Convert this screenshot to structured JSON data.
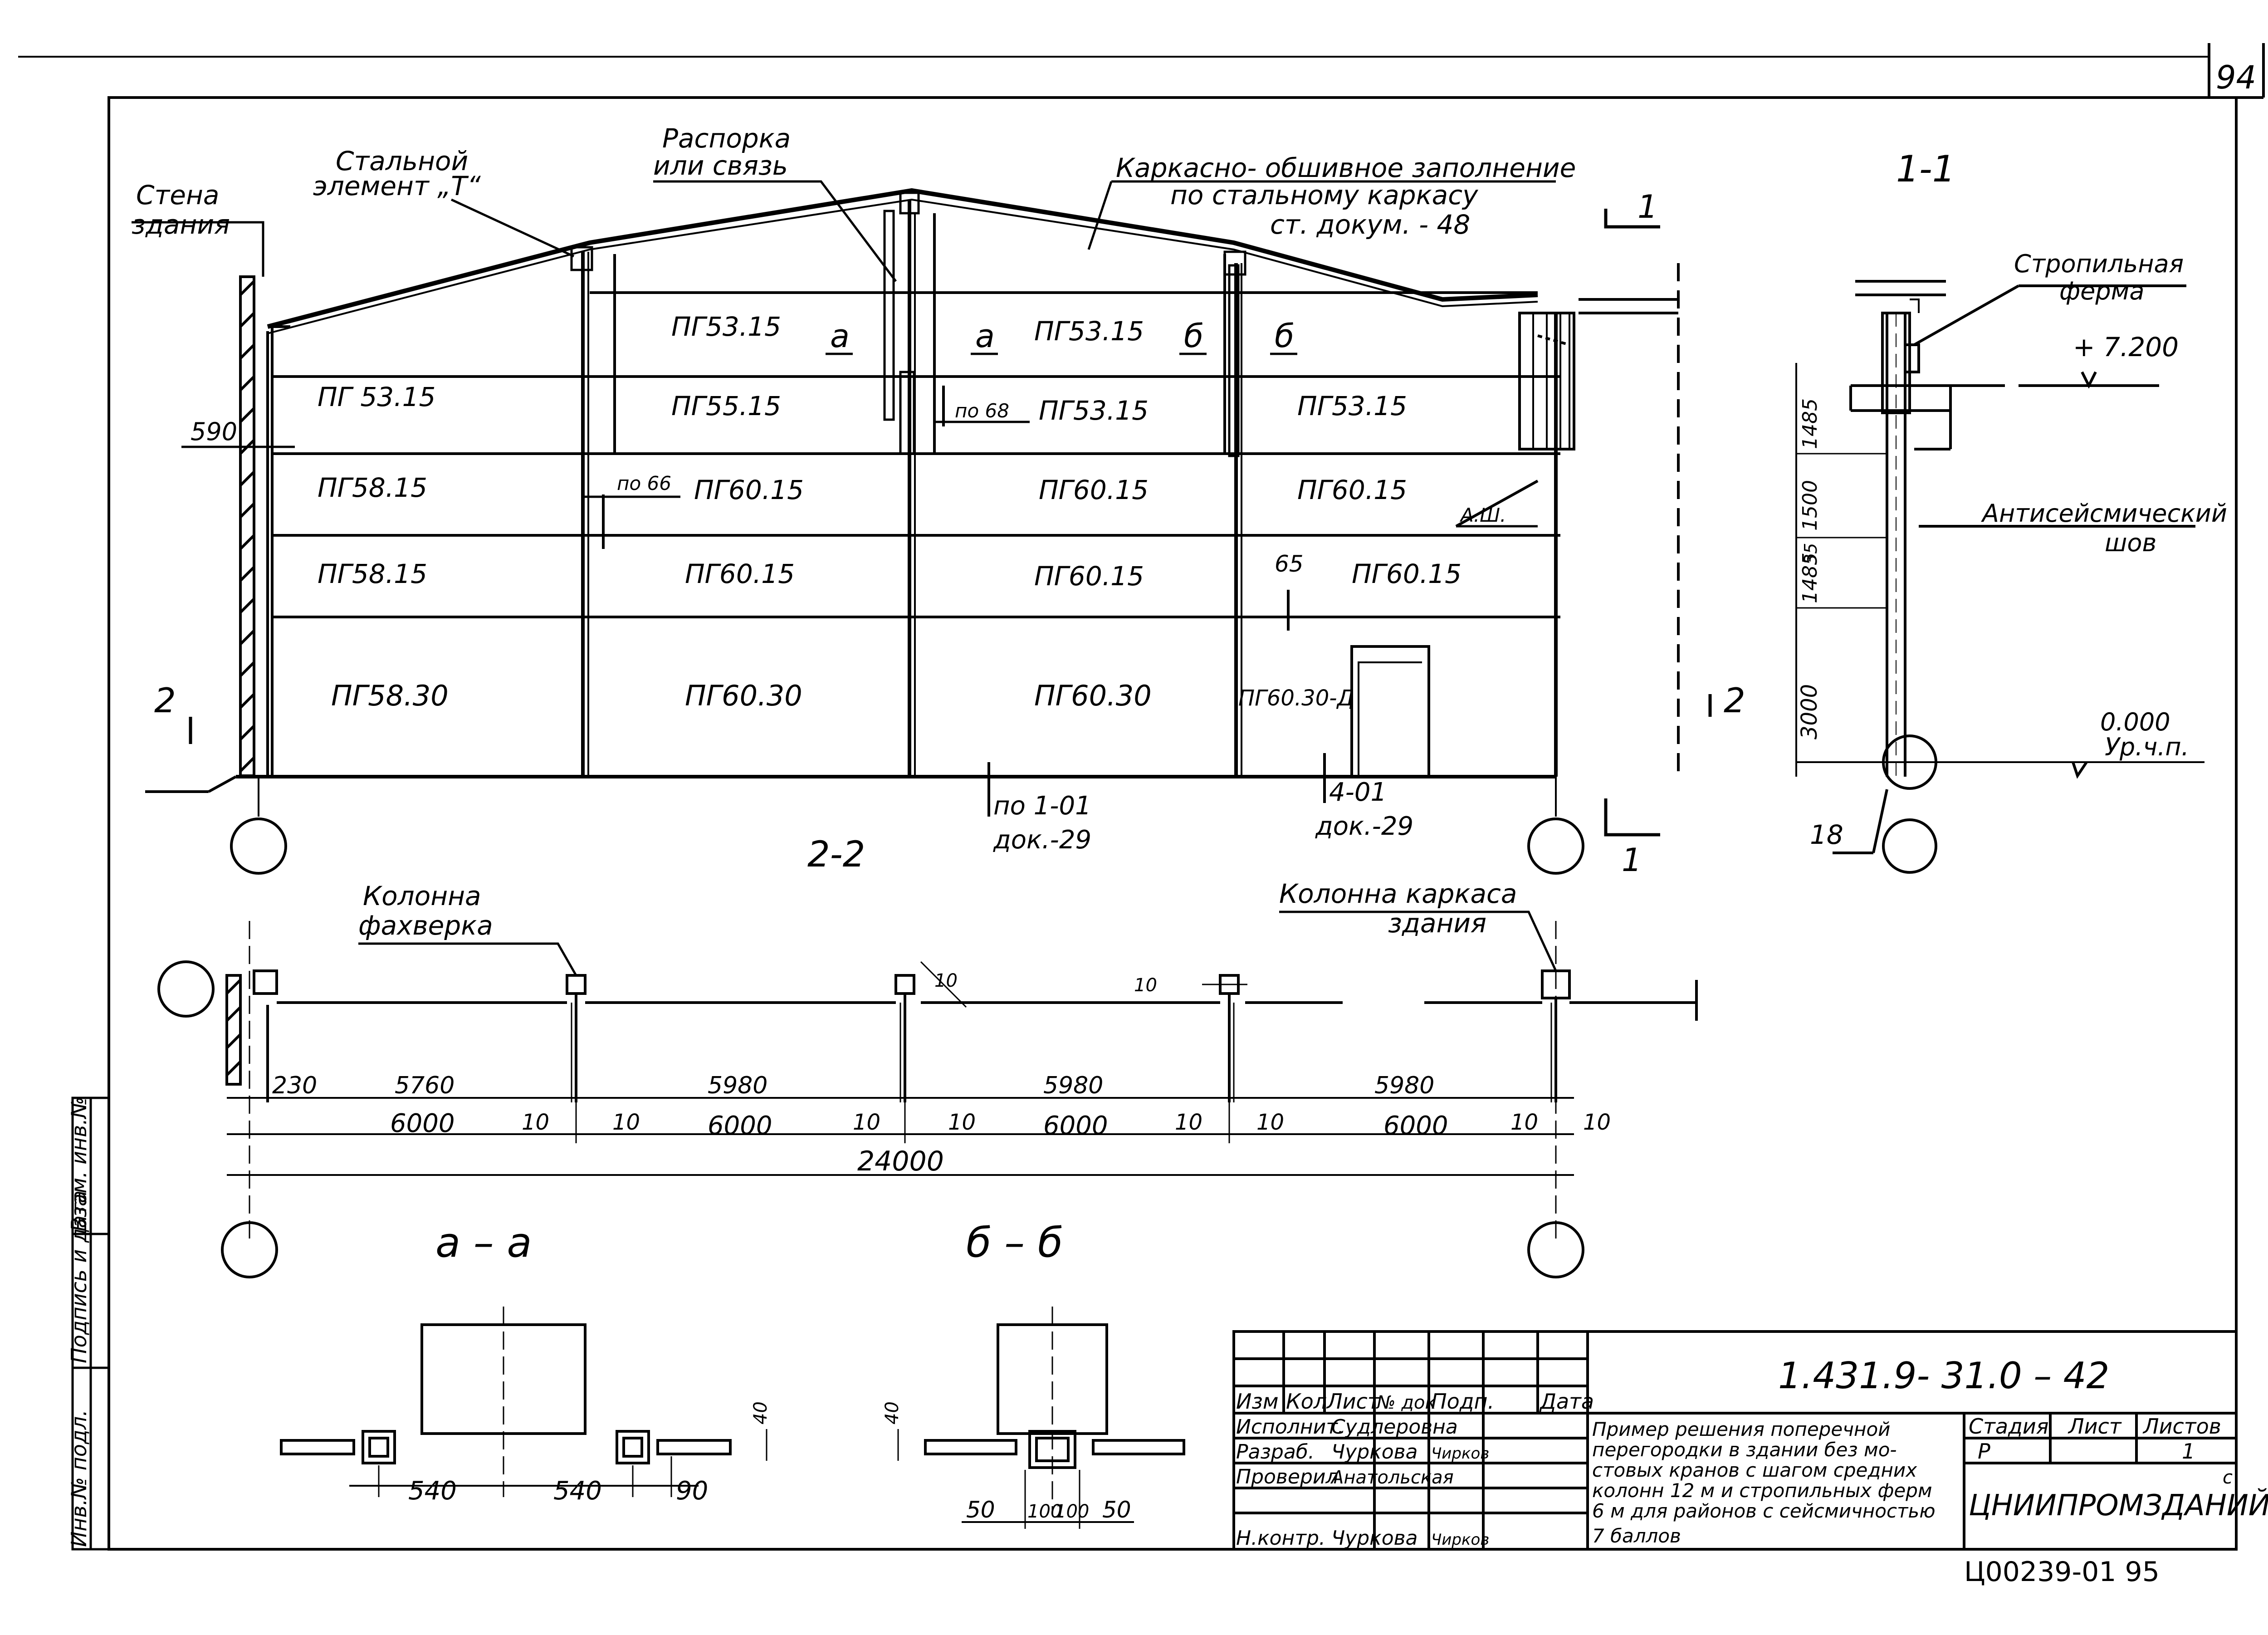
{
  "sheet_number": "94",
  "archive_stamp": "Ц00239-01  95",
  "section_markers": {
    "main_elevation": "2-2",
    "section_1_1": "1-1",
    "plan_title": "2-2",
    "detail_a": "а – а",
    "detail_b": "б – б",
    "cut_label": "1",
    "cut_label_2": "2"
  },
  "callouts": {
    "wall": [
      "Стена",
      "здания"
    ],
    "steel_t": [
      "Стальной",
      "элемент „Т“"
    ],
    "brace": [
      "Распорка",
      "или связь"
    ],
    "sheathing": [
      "Каркасно- обшивное заполнение",
      "по стальному каркасу",
      "ст. докум. - 48"
    ],
    "truss": [
      "Стропильная",
      "ферма"
    ],
    "seismic_joint": [
      "Антисейсмический",
      "шов"
    ],
    "fachwerk_column": [
      "Колонна",
      "фахверка"
    ],
    "frame_column": [
      "Колонна каркаса",
      "здания"
    ],
    "node_101": [
      "по 1-01",
      "док.-29"
    ],
    "node_401": [
      "4-01",
      "док.-29"
    ]
  },
  "panels": {
    "row1": [
      "ПГ53.15",
      "ПГ53.15"
    ],
    "row2": [
      "ПГ 53.15",
      "ПГ55.15",
      "ПГ53.15",
      "ПГ53.15"
    ],
    "row3": [
      "ПГ58.15",
      "ПГ60.15",
      "ПГ60.15",
      "ПГ60.15"
    ],
    "row4": [
      "ПГ58.15",
      "ПГ60.15",
      "ПГ60.15",
      "ПГ60.15"
    ],
    "row5": [
      "ПГ58.30",
      "ПГ60.30",
      "ПГ60.30",
      "ПГ60.30-Д"
    ]
  },
  "marks": {
    "a": "а",
    "b": "б",
    "po68": "по 68",
    "po66": "по 66",
    "n65": "65",
    "am": "А.Ш."
  },
  "dimensions": {
    "d590": "590",
    "elev_top": "+ 7.200",
    "elev_zero": "0.000",
    "floor_level": "Ур.ч.п.",
    "v1485": "1485",
    "v1500": "1500",
    "v35": "35",
    "v3000": "3000",
    "node18": "18",
    "plan_sub": [
      "230",
      "5760",
      "5980",
      "5980",
      "5980"
    ],
    "plan_main": [
      "6000",
      "6000",
      "6000",
      "6000"
    ],
    "plan_gap": "10",
    "plan_total": "24000",
    "det_a": [
      "540",
      "540",
      "90",
      "40"
    ],
    "det_b": [
      "50",
      "100",
      "100",
      "50",
      "40"
    ]
  },
  "title_block": {
    "code": "1.431.9- 31.0 – 42",
    "headers": [
      "Изм",
      "Кол",
      "Лист",
      "№ док",
      "Подп.",
      "Дата"
    ],
    "roles": [
      "Исполнит.",
      "Разраб.",
      "Проверил",
      "",
      "Н.контр."
    ],
    "names": [
      "Судлеровна",
      "Чуркова",
      "Анатольская",
      "",
      "Чуркова"
    ],
    "signatures": [
      "Чирков",
      "Чирков"
    ],
    "description": [
      "Пример решения поперечной",
      "перегородки в здании без мо-",
      "стовых кранов с шагом средних",
      "колонн 12 м и стропильных ферм",
      "6 м для районов с сейсмичностью",
      "7 баллов"
    ],
    "stage_label": "Стадия",
    "sheet_label": "Лист",
    "sheets_label": "Листов",
    "stage": "Р",
    "sheets": "1",
    "org": "ЦНИИПРОМЗДАНИЙ",
    "org_mark": "с"
  },
  "side_stamp": [
    "Инв.№ подл.",
    "Подпись и дата",
    "Взам. инв.№"
  ]
}
